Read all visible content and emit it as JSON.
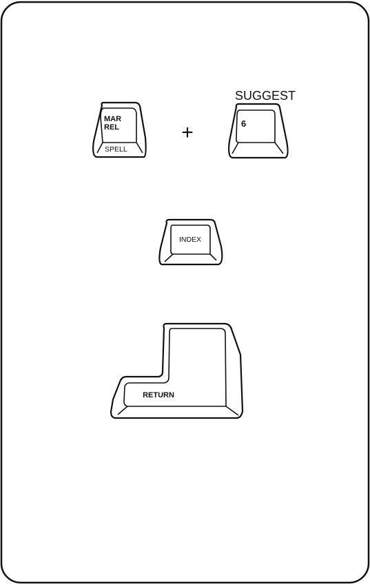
{
  "keys": {
    "mar_rel_spell": {
      "line1": "MAR",
      "line2": "REL",
      "front": "SPELL"
    },
    "six": {
      "label": "6",
      "caption": "SUGGEST"
    },
    "index": {
      "label": "INDEX"
    },
    "return": {
      "label": "RETURN"
    }
  },
  "operator": "+"
}
